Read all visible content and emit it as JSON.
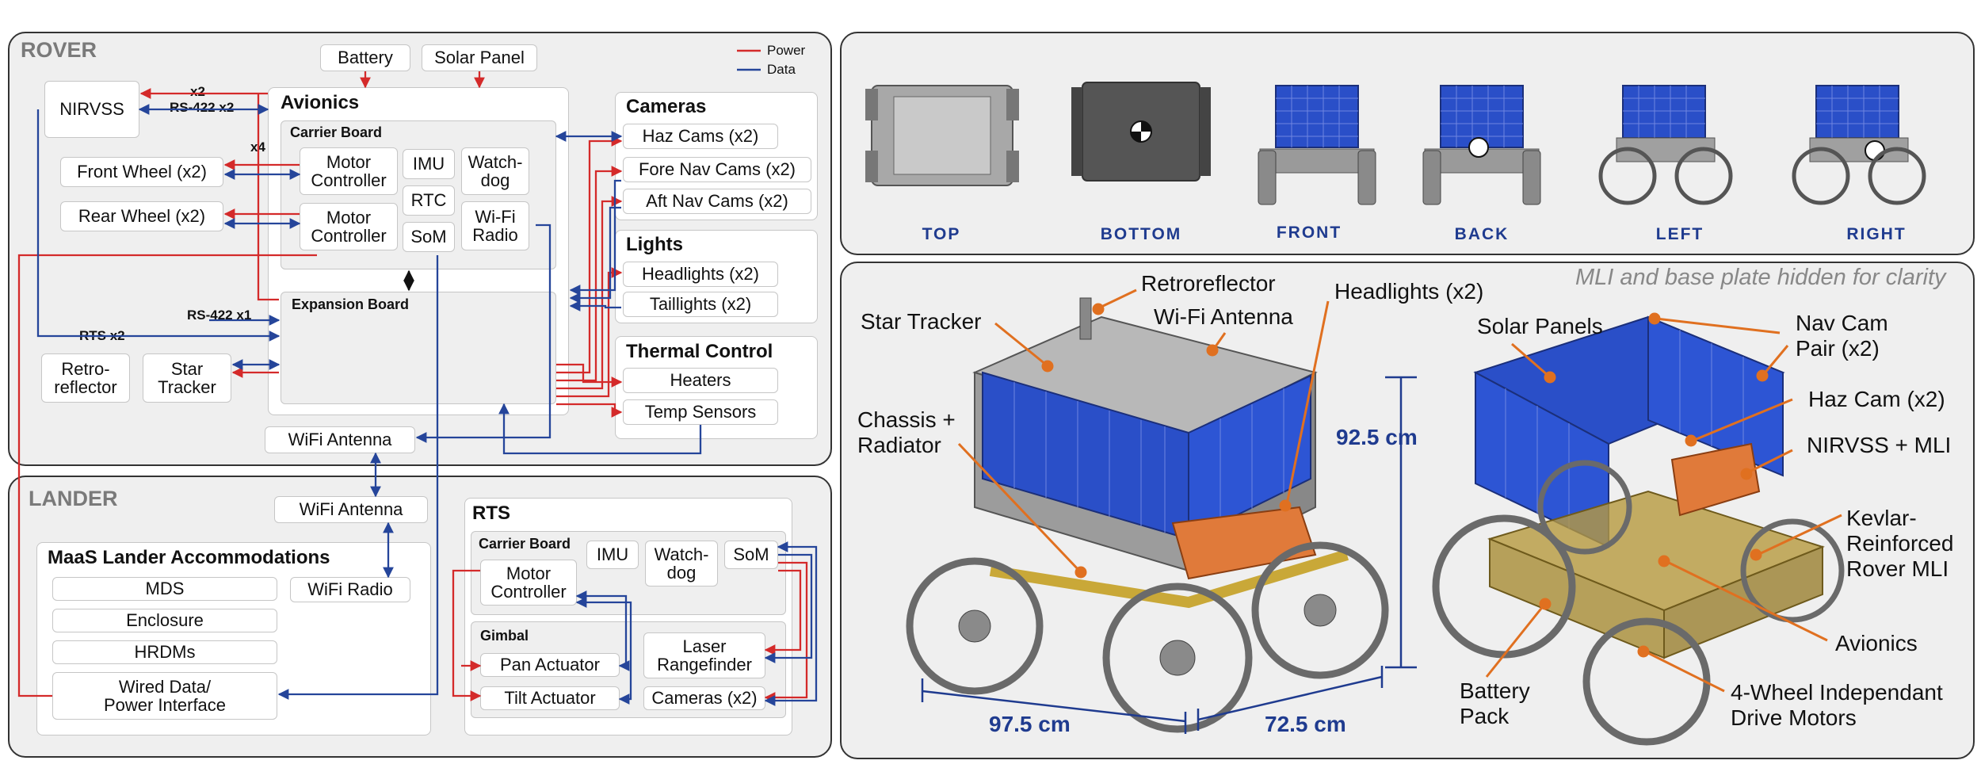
{
  "rover": {
    "title": "ROVER",
    "battery": "Battery",
    "solar_panel": "Solar Panel",
    "nirvss": "NIRVSS",
    "front_wheel": "Front Wheel (x2)",
    "rear_wheel": "Rear Wheel (x2)",
    "retroreflector": "Retro-\nreflector",
    "star_tracker": "Star\nTracker",
    "wifi_antenna": "WiFi Antenna",
    "label_x2": "x2",
    "label_rs422x2": "RS-422 x2",
    "label_x4": "x4",
    "label_rs422x1": "RS-422 x1",
    "label_rtsx2": "RTS x2",
    "avionics": {
      "title": "Avionics",
      "carrier_board": "Carrier Board",
      "motor_controller_1": "Motor\nController",
      "motor_controller_2": "Motor\nController",
      "imu": "IMU",
      "rtc": "RTC",
      "som": "SoM",
      "watchdog": "Watch-\ndog",
      "wifi_radio": "Wi-Fi\nRadio",
      "expansion_board": "Expansion Board"
    },
    "cameras": {
      "title": "Cameras",
      "haz": "Haz Cams (x2)",
      "fore_nav": "Fore Nav Cams (x2)",
      "aft_nav": "Aft Nav Cams (x2)"
    },
    "lights": {
      "title": "Lights",
      "headlights": "Headlights (x2)",
      "taillights": "Taillights (x2)"
    },
    "thermal": {
      "title": "Thermal Control",
      "heaters": "Heaters",
      "temp_sensors": "Temp Sensors"
    }
  },
  "legend": {
    "power": "Power",
    "data": "Data"
  },
  "colors": {
    "power": "#d42a2a",
    "data": "#25459a",
    "dim": "#1f3b8f",
    "callout": "#e07020"
  },
  "lander": {
    "title": "LANDER",
    "wifi_antenna": "WiFi Antenna",
    "maas": {
      "title": "MaaS Lander Accommodations",
      "mds": "MDS",
      "enclosure": "Enclosure",
      "hrdms": "HRDMs",
      "wired": "Wired Data/\nPower Interface",
      "wifi_radio": "WiFi Radio"
    },
    "rts": {
      "title": "RTS",
      "carrier_board": "Carrier Board",
      "motor_controller": "Motor\nController",
      "imu": "IMU",
      "watchdog": "Watch-\ndog",
      "som": "SoM",
      "gimbal": "Gimbal",
      "pan": "Pan Actuator",
      "tilt": "Tilt Actuator",
      "laser": "Laser\nRangefinder",
      "cameras": "Cameras (x2)"
    }
  },
  "views": [
    "TOP",
    "BOTTOM",
    "FRONT",
    "BACK",
    "LEFT",
    "RIGHT"
  ],
  "render": {
    "note": "MLI and base plate hidden for clarity",
    "callouts": {
      "retroreflector": "Retroreflector",
      "star_tracker": "Star Tracker",
      "wifi_antenna": "Wi-Fi Antenna",
      "headlights": "Headlights (x2)",
      "chassis": "Chassis +\nRadiator",
      "solar_panels": "Solar Panels",
      "nav_cam": "Nav Cam\nPair (x2)",
      "haz_cam": "Haz Cam (x2)",
      "nirvss": "NIRVSS + MLI",
      "kevlar": "Kevlar-\nReinforced\nRover MLI",
      "avionics": "Avionics",
      "battery": "Battery\nPack",
      "drive": "4-Wheel Independant\nDrive Motors"
    },
    "dims": {
      "height": "92.5 cm",
      "length": "97.5 cm",
      "width": "72.5 cm"
    }
  }
}
